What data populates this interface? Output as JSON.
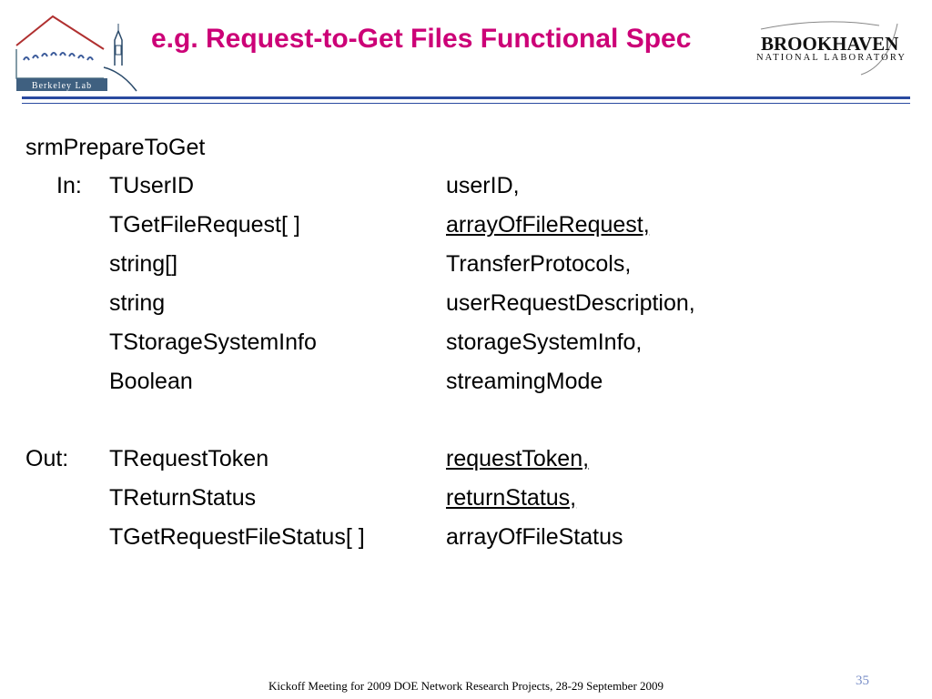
{
  "title": "e.g. Request-to-Get Files Functional Spec",
  "logos": {
    "left_text": "Berkeley Lab",
    "right_top": "BROOKHAVEN",
    "right_bottom": "NATIONAL LABORATORY"
  },
  "function_name": "srmPrepareToGet",
  "in_label": "In:",
  "out_label": "Out:",
  "inputs": [
    {
      "type": "TUserID",
      "name": "userID,",
      "underline": false
    },
    {
      "type": "TGetFileRequest[ ]",
      "name": "arrayOfFileRequest,",
      "underline": true
    },
    {
      "type": "string[]",
      "name": "TransferProtocols,",
      "underline": false
    },
    {
      "type": "string",
      "name": "userRequestDescription,",
      "underline": false
    },
    {
      "type": "TStorageSystemInfo",
      "name": "storageSystemInfo,",
      "underline": false
    },
    {
      "type": "Boolean",
      "name": "streamingMode",
      "underline": false
    }
  ],
  "outputs": [
    {
      "type": "TRequestToken",
      "name": "requestToken,",
      "underline": true
    },
    {
      "type": "TReturnStatus",
      "name": "returnStatus,",
      "underline": true
    },
    {
      "type": "TGetRequestFileStatus[ ]",
      "name": "arrayOfFileStatus",
      "underline": false
    }
  ],
  "footer": "Kickoff Meeting for 2009 DOE Network Research Projects, 28-29 September 2009",
  "page_number": "35",
  "colors": {
    "title": "#cc0077",
    "rule": "#2a4aa0",
    "page_number": "#7a8fc8"
  }
}
